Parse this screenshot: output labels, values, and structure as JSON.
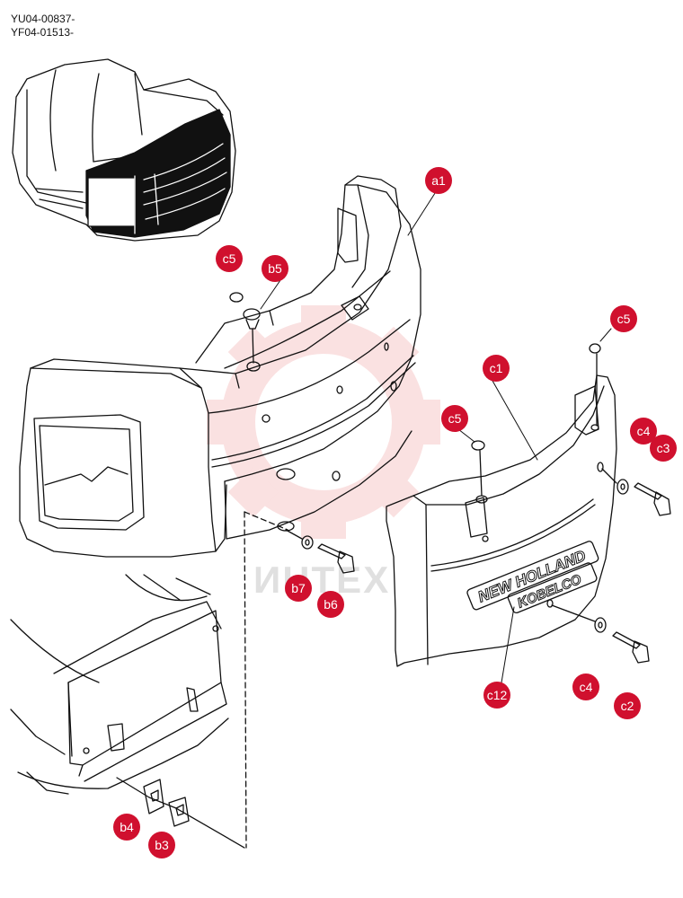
{
  "header": {
    "code1": "YU04-00837-",
    "code2": "YF04-01513-"
  },
  "watermark": "ИНТЕХ",
  "badge": {
    "line1": "NEW HOLLAND",
    "line2": "KOBELCO"
  },
  "colors": {
    "label_fill": "#d0102e",
    "line": "#111111",
    "watermark": "#f6c9c9"
  },
  "labels": [
    {
      "id": "a1",
      "text": "a1"
    },
    {
      "id": "c5a",
      "text": "c5"
    },
    {
      "id": "b5",
      "text": "b5"
    },
    {
      "id": "c5b",
      "text": "c5"
    },
    {
      "id": "c1",
      "text": "c1"
    },
    {
      "id": "c5c",
      "text": "c5"
    },
    {
      "id": "c4a",
      "text": "c4"
    },
    {
      "id": "c3",
      "text": "c3"
    },
    {
      "id": "b7",
      "text": "b7"
    },
    {
      "id": "b6",
      "text": "b6"
    },
    {
      "id": "c12",
      "text": "c12"
    },
    {
      "id": "c4b",
      "text": "c4"
    },
    {
      "id": "c2",
      "text": "c2"
    },
    {
      "id": "b4",
      "text": "b4"
    },
    {
      "id": "b3",
      "text": "b3"
    }
  ]
}
